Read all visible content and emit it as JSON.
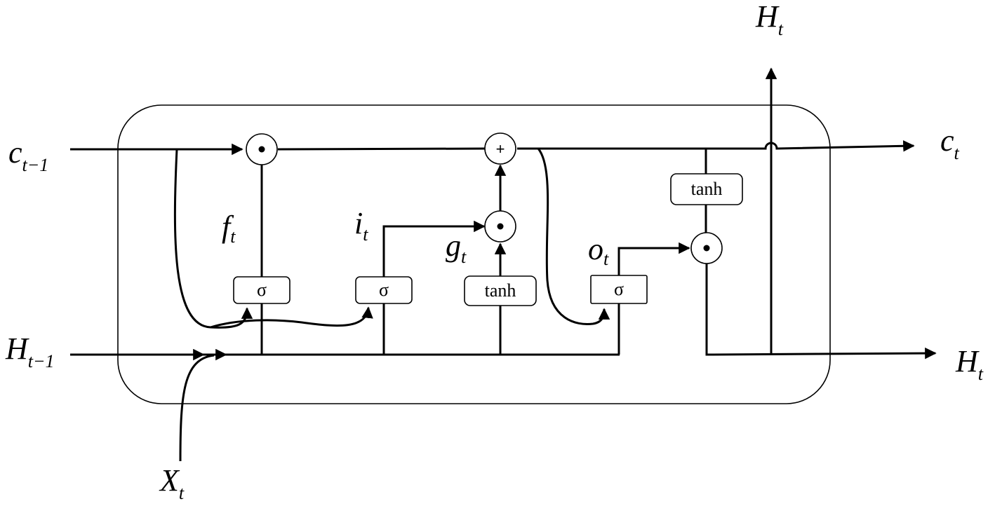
{
  "variables": {
    "c_prev": {
      "base": "c",
      "sub": "t−1"
    },
    "c_next": {
      "base": "c",
      "sub": "t"
    },
    "h_prev": {
      "base": "H",
      "sub": "t−1"
    },
    "h_next": {
      "base": "H",
      "sub": "t"
    },
    "h_out_top": {
      "base": "H",
      "sub": "t"
    },
    "x_in": {
      "base": "X",
      "sub": "t"
    },
    "forget": {
      "base": "f",
      "sub": "t"
    },
    "input": {
      "base": "i",
      "sub": "t"
    },
    "candidate": {
      "base": "g",
      "sub": "t"
    },
    "output": {
      "base": "o",
      "sub": "t"
    }
  },
  "gates": {
    "forget_sigma": "σ",
    "input_sigma": "σ",
    "candidate_tanh": "tanh",
    "output_sigma": "σ",
    "cell_tanh": "tanh"
  },
  "operators": {
    "add": "+"
  }
}
